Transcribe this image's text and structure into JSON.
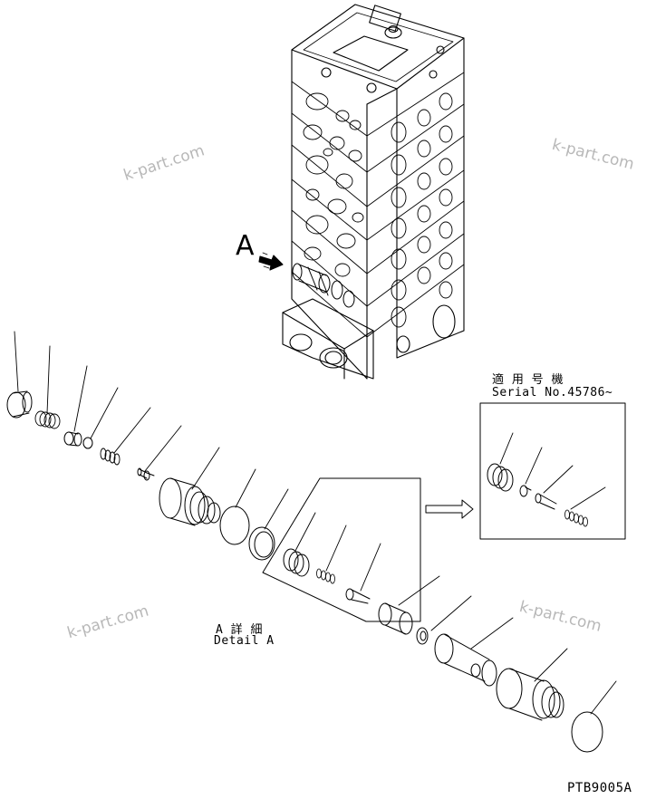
{
  "watermarks": [
    "k-part.com",
    "k-part.com",
    "k-part.com",
    "k-part.com"
  ],
  "view_arrow_label": "A",
  "detail_label_jp": "A 詳 細",
  "detail_label_en": "Detail A",
  "inset_label_jp": "適 用 号 機",
  "inset_label_serial": "Serial No.45786~",
  "drawing_code": "PTB9005A"
}
